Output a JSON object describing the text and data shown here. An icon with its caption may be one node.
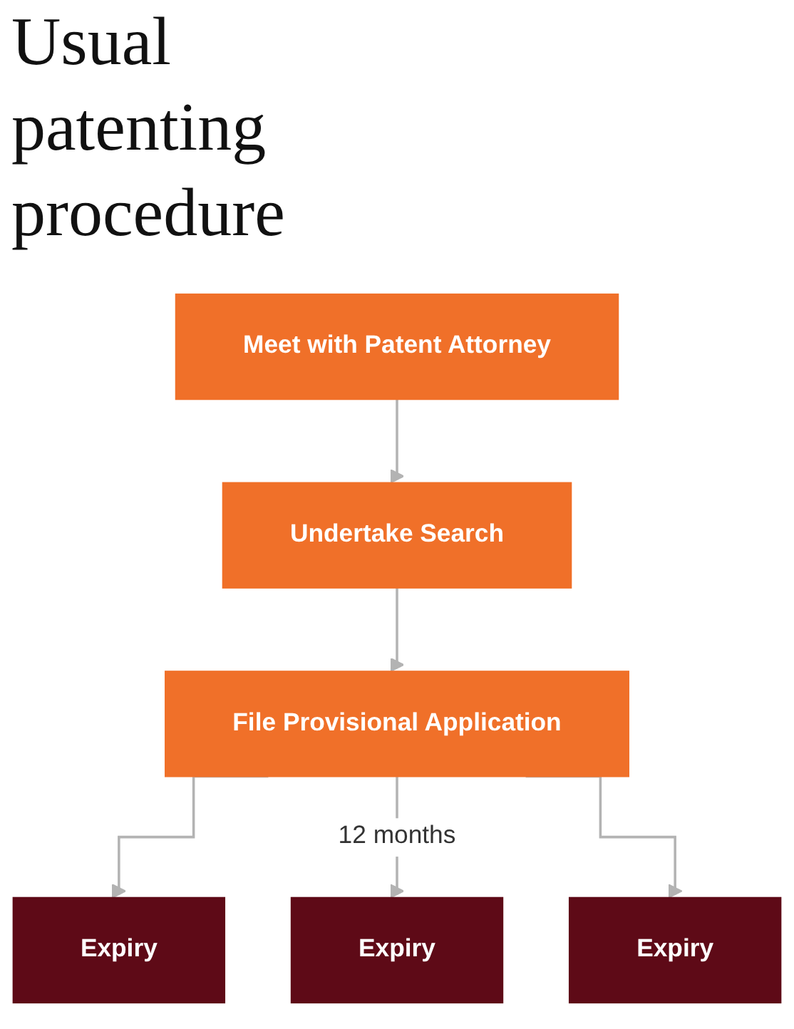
{
  "diagram": {
    "title": "Usual patenting procedure",
    "nodes": [
      {
        "text": [
          "Meet with Patent Attorney"
        ]
      },
      {
        "text": [
          "Undertake Search"
        ]
      },
      {
        "text": [
          "File Provisional Application"
        ]
      },
      {
        "text": [
          "Expiry"
        ]
      },
      {
        "text": [
          "Expiry"
        ]
      },
      {
        "text": [
          "Expiry"
        ]
      }
    ],
    "edges": [
      {
        "from": 0,
        "to": 1,
        "arrow": "to"
      },
      {
        "from": 1,
        "to": 2,
        "arrow": "to"
      },
      {
        "from": 2,
        "to": 3,
        "arrow": "to"
      },
      {
        "from": 2,
        "to": 4,
        "label": "12 months",
        "arrow": "to"
      },
      {
        "from": 2,
        "to": 5,
        "arrow": "to"
      }
    ]
  }
}
